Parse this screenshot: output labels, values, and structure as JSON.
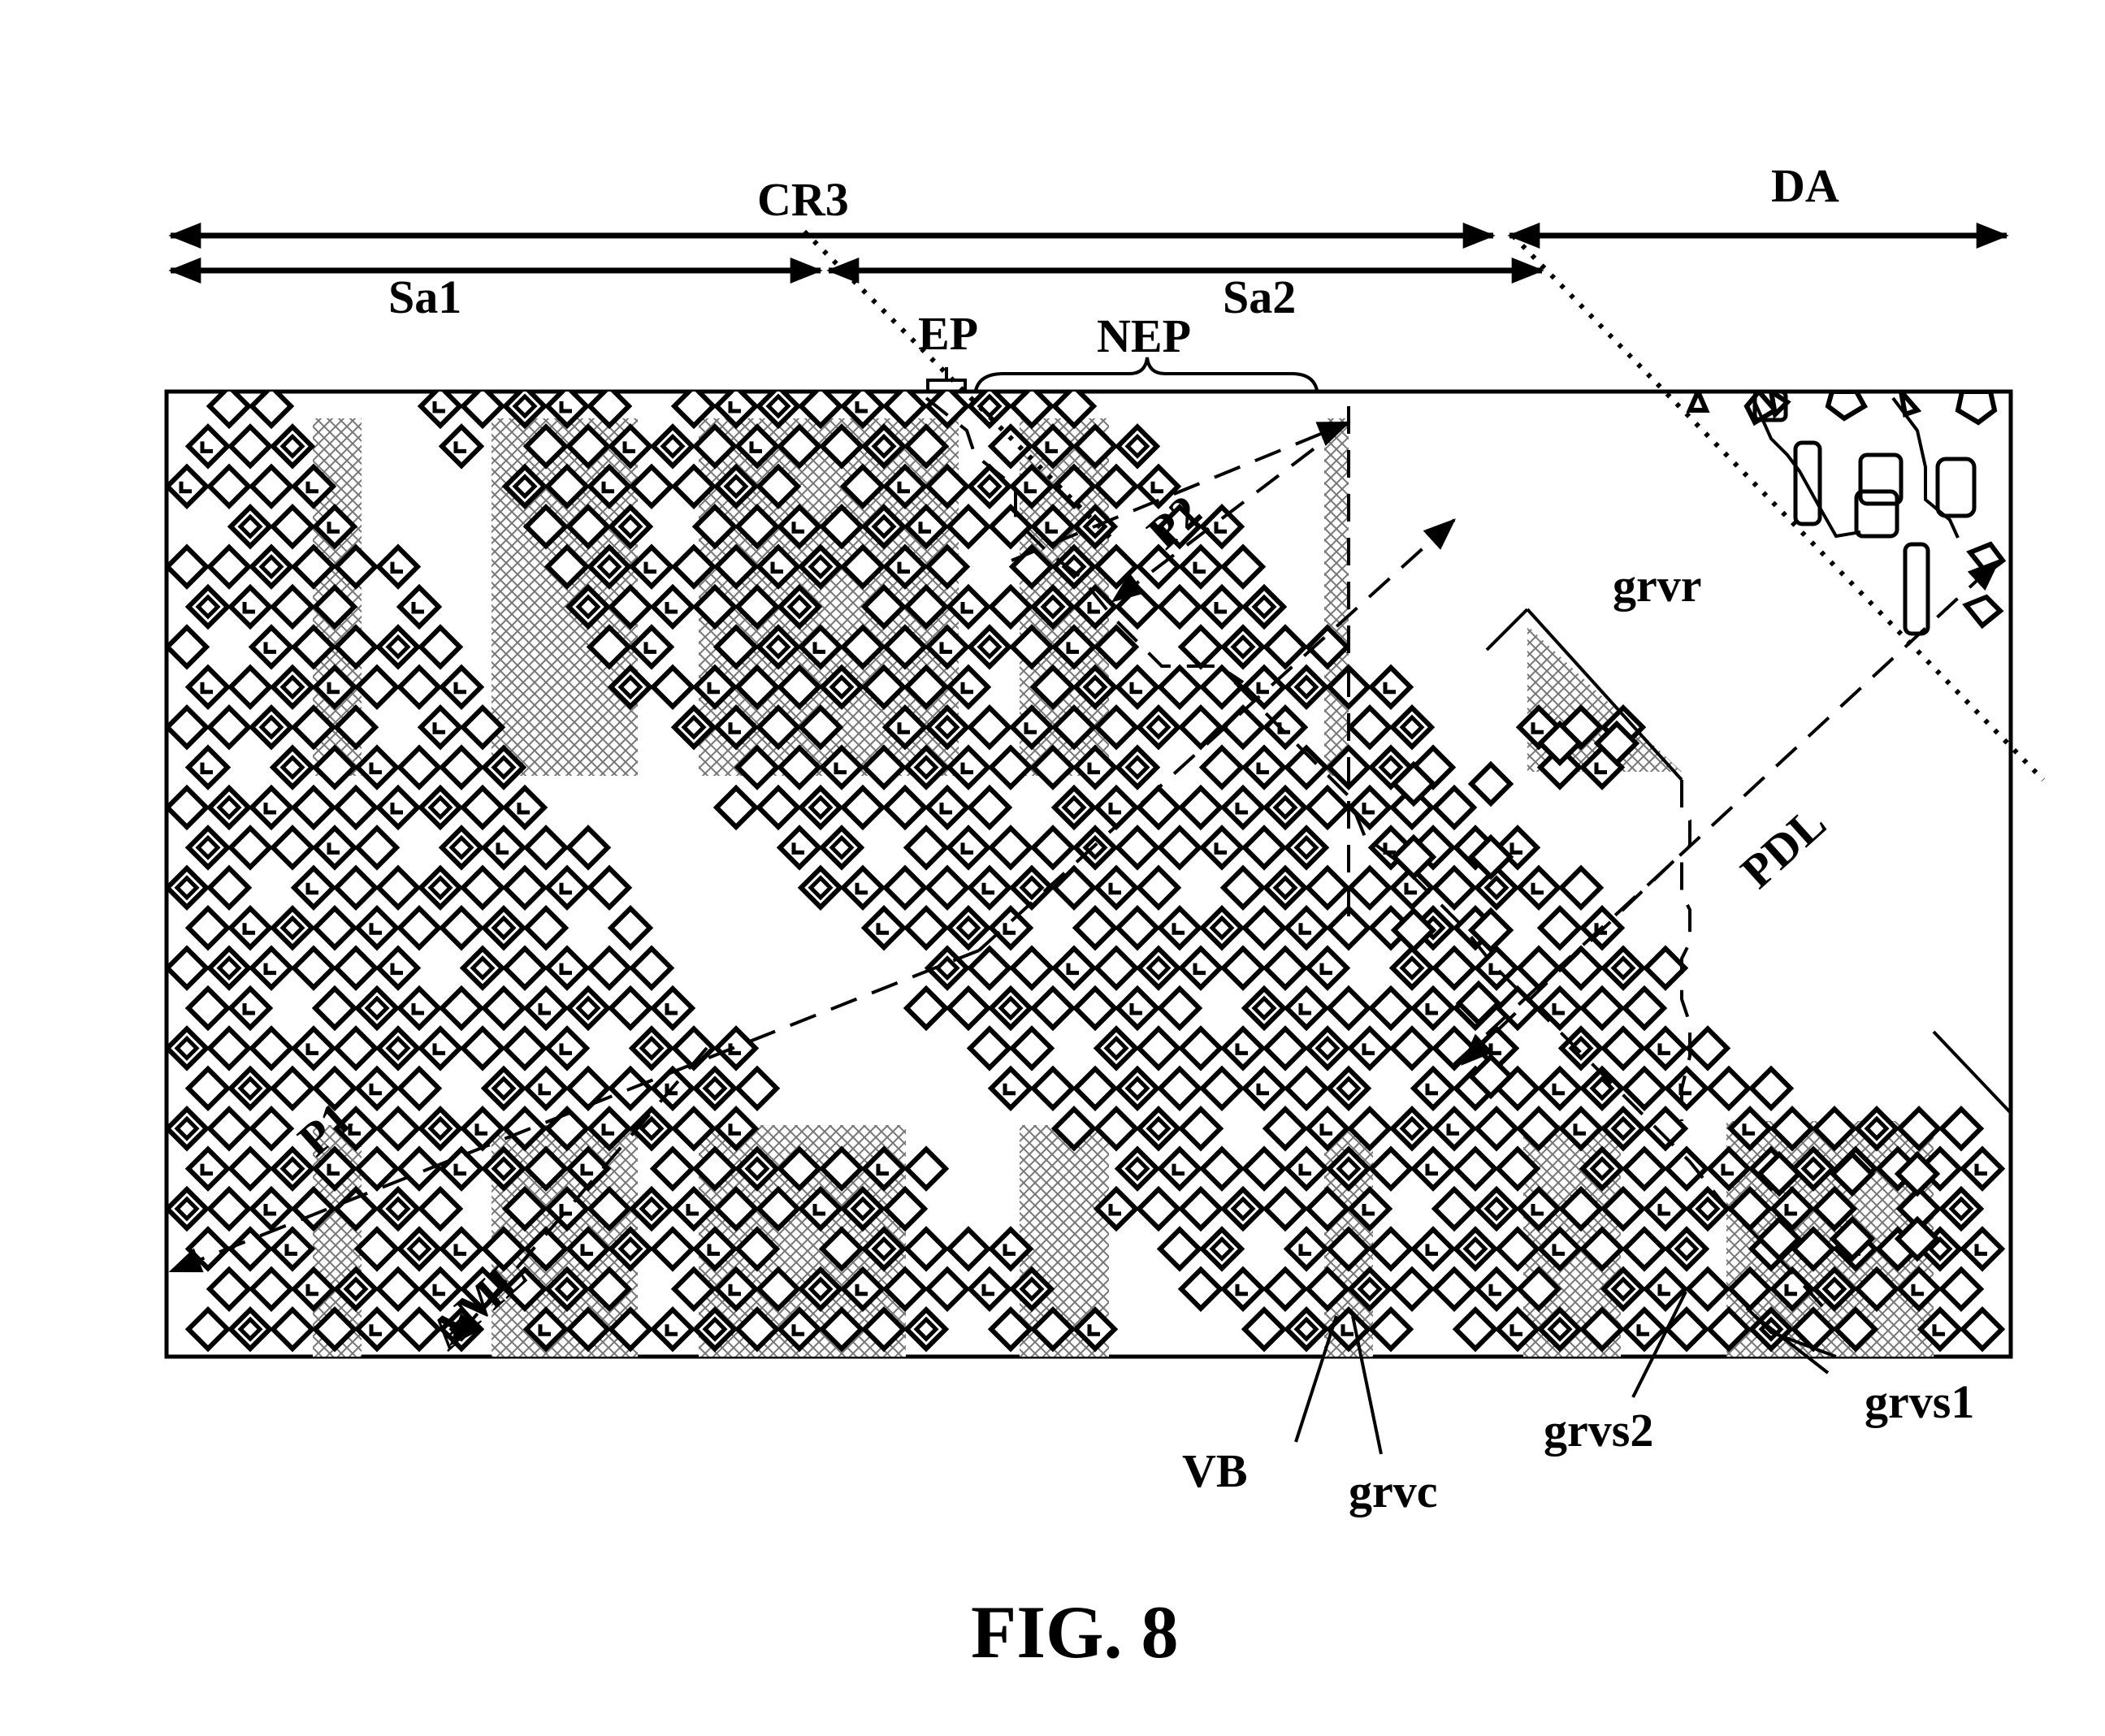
{
  "figure": {
    "caption": "FIG. 8",
    "labels": {
      "cr3": "CR3",
      "da": "DA",
      "sa1": "Sa1",
      "sa2": "Sa2",
      "ep": "EP",
      "nep": "NEP",
      "p1": "P1",
      "p2": "P2",
      "grvr": "grvr",
      "pdl": "PDL",
      "aml": "AML",
      "vb": "VB",
      "grvc": "grvc",
      "grvs2": "grvs2",
      "grvs1": "grvs1"
    }
  }
}
